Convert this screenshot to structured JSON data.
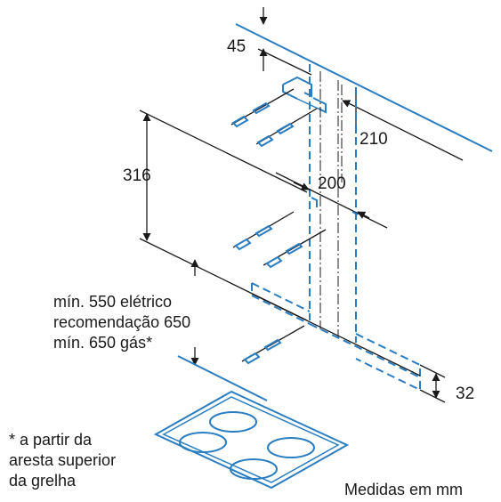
{
  "dimensions": {
    "d45": "45",
    "d210": "210",
    "d316": "316",
    "d200": "200",
    "d32": "32"
  },
  "clearance_note": {
    "line1": "mín. 550 elétrico",
    "line2": "recomendação 650",
    "line3": "mín. 650 gás*"
  },
  "footnote": {
    "line1": "* a partir da",
    "line2": "aresta superior",
    "line3": "da grelha"
  },
  "units_label": "Medidas em mm",
  "colors": {
    "outline": "#2a7dc0",
    "dimension": "#1a1a1a"
  }
}
